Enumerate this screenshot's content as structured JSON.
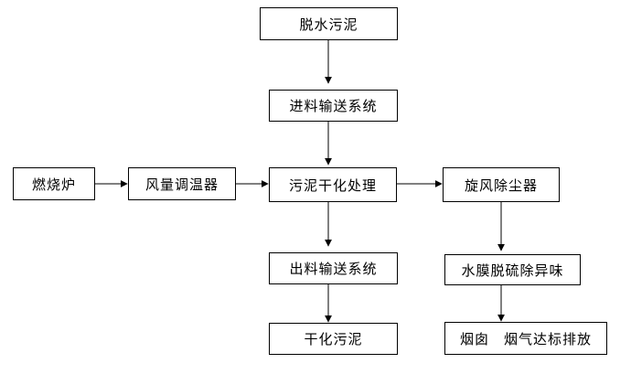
{
  "nodes": {
    "dewatered_sludge": "脱水污泥",
    "feed_conveyor": "进料输送系统",
    "incinerator": "燃烧炉",
    "air_temp_regulator": "风量调温器",
    "sludge_drying": "污泥干化处理",
    "cyclone_dust_removal": "旋风除尘器",
    "discharge_conveyor": "出料输送系统",
    "water_film_desulfurization": "水膜脱硫除异味",
    "dried_sludge": "干化污泥",
    "chimney_emission": "烟囱　烟气达标排放"
  }
}
